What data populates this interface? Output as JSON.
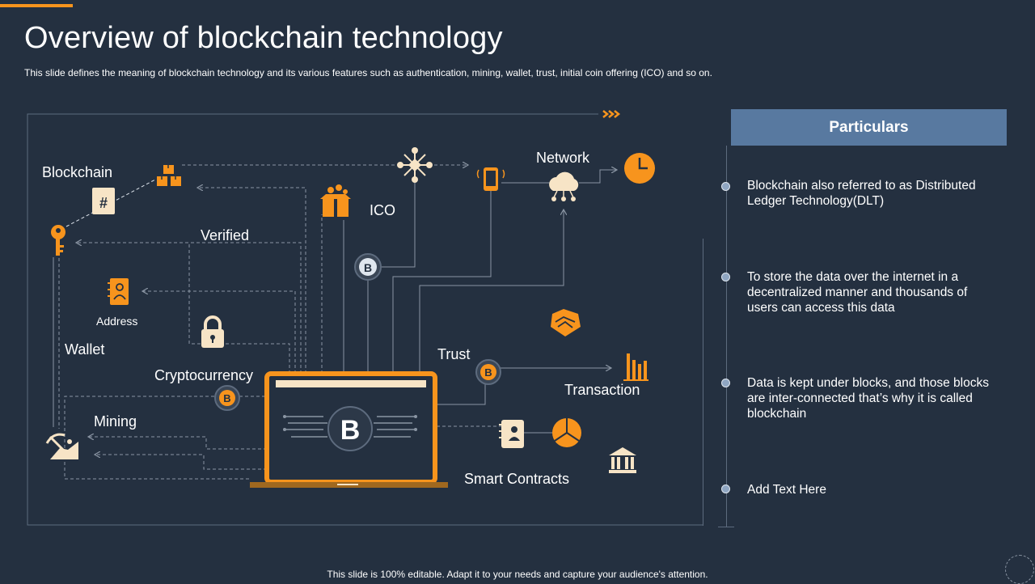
{
  "slide": {
    "title": "Overview of blockchain technology",
    "subtitle": "This slide defines the meaning of blockchain technology and its various features such as authentication, mining, wallet, trust, initial coin offering (ICO) and so on.",
    "footer": "This slide is 100% editable. Adapt it to your needs and capture your audience's attention."
  },
  "diagram": {
    "labels": {
      "blockchain": "Blockchain",
      "verified": "Verified",
      "address": "Address",
      "wallet": "Wallet",
      "cryptocurrency": "Cryptocurrency",
      "mining": "Mining",
      "ico": "ICO",
      "network": "Network",
      "trust": "Trust",
      "transaction": "Transaction",
      "smart_contracts": "Smart Contracts"
    },
    "icons": {
      "hash": "#",
      "bitcoin": "B"
    },
    "colors": {
      "accent": "#f7941d",
      "background": "#243040",
      "line": "#8a95a3",
      "cream": "#f7e4c6"
    }
  },
  "particulars": {
    "header": "Particulars",
    "items": [
      "Blockchain also referred to as Distributed Ledger Technology(DLT)",
      "To store the data over the internet in a decentralized manner and thousands of users can access this data",
      "Data is kept under blocks, and those blocks are inter-connected that’s why it is called blockchain",
      "Add Text Here"
    ]
  }
}
